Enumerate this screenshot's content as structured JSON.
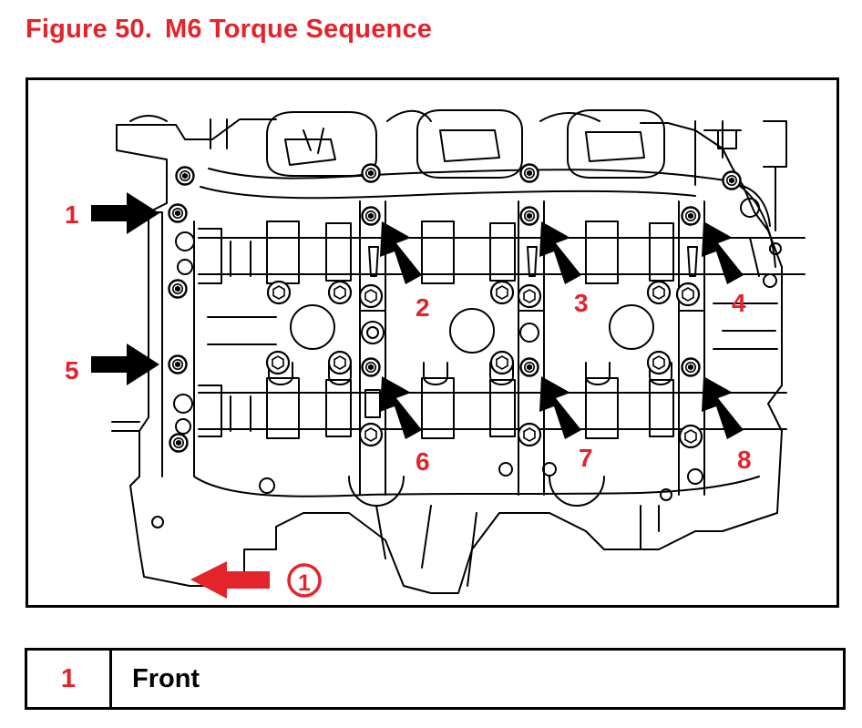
{
  "figure": {
    "label": "Figure 50.",
    "title": "M6 Torque Sequence"
  },
  "callouts": [
    "1",
    "2",
    "3",
    "4",
    "5",
    "6",
    "7",
    "8"
  ],
  "front_marker": "1",
  "legend": [
    {
      "key": "1",
      "description": "Front"
    }
  ],
  "colors": {
    "accent": "#e4232b",
    "line": "#000000",
    "background": "#ffffff"
  },
  "icons": [
    "bolt-arrow-icon",
    "front-arrow-icon",
    "circled-number-icon"
  ]
}
